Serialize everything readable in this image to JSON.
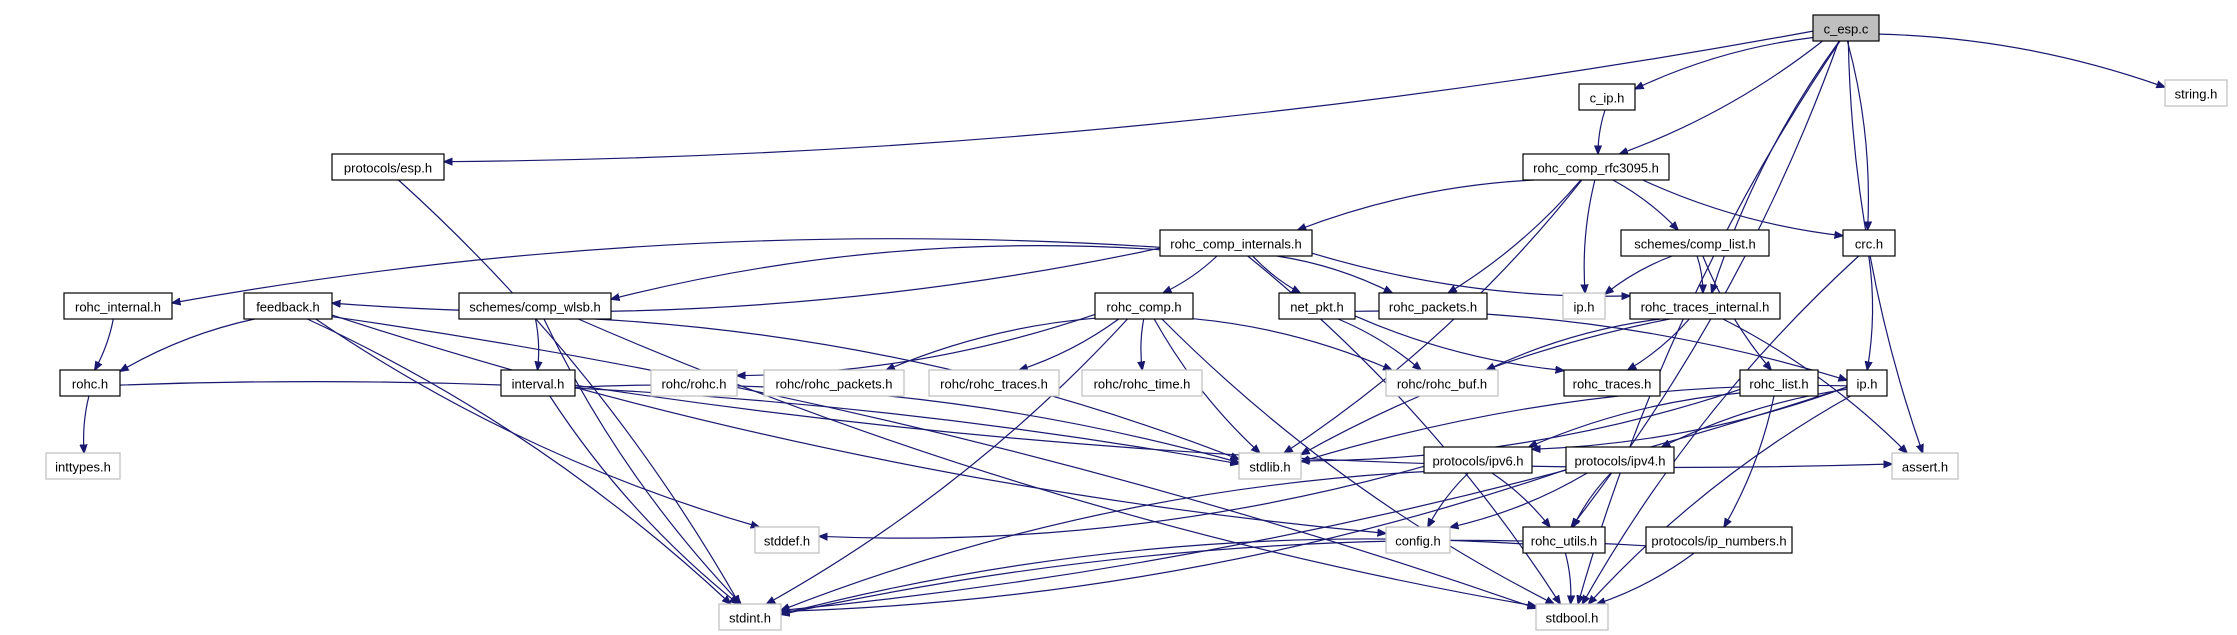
{
  "diagram": {
    "title": "c_esp.c include dependency graph",
    "colors": {
      "edge": "#191970",
      "root_fill": "#bfbfbf",
      "node_border": "#000000",
      "external_border": "#bfbfbf"
    },
    "nodes": [
      {
        "id": "c_esp_c",
        "label": "c_esp.c",
        "kind": "root"
      },
      {
        "id": "c_ip_h",
        "label": "c_ip.h",
        "kind": "documented"
      },
      {
        "id": "string_h",
        "label": "string.h",
        "kind": "external"
      },
      {
        "id": "protocols_esp_h",
        "label": "protocols/esp.h",
        "kind": "documented"
      },
      {
        "id": "rohc_comp_rfc3095_h",
        "label": "rohc_comp_rfc3095.h",
        "kind": "documented"
      },
      {
        "id": "rohc_comp_internals_h",
        "label": "rohc_comp_internals.h",
        "kind": "documented"
      },
      {
        "id": "schemes_comp_list_h",
        "label": "schemes/comp_list.h",
        "kind": "documented"
      },
      {
        "id": "crc_h",
        "label": "crc.h",
        "kind": "documented"
      },
      {
        "id": "rohc_internal_h",
        "label": "rohc_internal.h",
        "kind": "documented"
      },
      {
        "id": "feedback_h",
        "label": "feedback.h",
        "kind": "documented"
      },
      {
        "id": "schemes_comp_wlsb_h",
        "label": "schemes/comp_wlsb.h",
        "kind": "documented"
      },
      {
        "id": "rohc_comp_h",
        "label": "rohc_comp.h",
        "kind": "documented"
      },
      {
        "id": "net_pkt_h",
        "label": "net_pkt.h",
        "kind": "documented"
      },
      {
        "id": "rohc_packets_h",
        "label": "rohc_packets.h",
        "kind": "documented"
      },
      {
        "id": "ip_h_ext",
        "label": "ip.h",
        "kind": "external"
      },
      {
        "id": "rohc_traces_internal_h",
        "label": "rohc_traces_internal.h",
        "kind": "documented"
      },
      {
        "id": "rohc_h",
        "label": "rohc.h",
        "kind": "documented"
      },
      {
        "id": "interval_h",
        "label": "interval.h",
        "kind": "documented"
      },
      {
        "id": "rohc_rohc_h",
        "label": "rohc/rohc.h",
        "kind": "external"
      },
      {
        "id": "rohc_rohc_packets_h",
        "label": "rohc/rohc_packets.h",
        "kind": "external"
      },
      {
        "id": "rohc_rohc_traces_h",
        "label": "rohc/rohc_traces.h",
        "kind": "external"
      },
      {
        "id": "rohc_rohc_time_h",
        "label": "rohc/rohc_time.h",
        "kind": "external"
      },
      {
        "id": "rohc_rohc_buf_h",
        "label": "rohc/rohc_buf.h",
        "kind": "external"
      },
      {
        "id": "rohc_traces_h",
        "label": "rohc_traces.h",
        "kind": "documented"
      },
      {
        "id": "rohc_list_h",
        "label": "rohc_list.h",
        "kind": "documented"
      },
      {
        "id": "ip_h",
        "label": "ip.h",
        "kind": "documented"
      },
      {
        "id": "inttypes_h",
        "label": "inttypes.h",
        "kind": "external"
      },
      {
        "id": "stdlib_h",
        "label": "stdlib.h",
        "kind": "external"
      },
      {
        "id": "protocols_ipv6_h",
        "label": "protocols/ipv6.h",
        "kind": "documented"
      },
      {
        "id": "protocols_ipv4_h",
        "label": "protocols/ipv4.h",
        "kind": "documented"
      },
      {
        "id": "assert_h",
        "label": "assert.h",
        "kind": "external"
      },
      {
        "id": "stddef_h",
        "label": "stddef.h",
        "kind": "external"
      },
      {
        "id": "config_h",
        "label": "config.h",
        "kind": "external"
      },
      {
        "id": "rohc_utils_h",
        "label": "rohc_utils.h",
        "kind": "documented"
      },
      {
        "id": "protocols_ip_numbers_h",
        "label": "protocols/ip_numbers.h",
        "kind": "documented"
      },
      {
        "id": "stdint_h",
        "label": "stdint.h",
        "kind": "external"
      },
      {
        "id": "stdbool_h",
        "label": "stdbool.h",
        "kind": "external"
      }
    ],
    "edges": [
      [
        "c_esp_c",
        "protocols_esp_h"
      ],
      [
        "c_esp_c",
        "c_ip_h"
      ],
      [
        "c_esp_c",
        "rohc_comp_rfc3095_h"
      ],
      [
        "c_esp_c",
        "rohc_traces_internal_h"
      ],
      [
        "c_esp_c",
        "crc_h"
      ],
      [
        "c_esp_c",
        "assert_h"
      ],
      [
        "c_esp_c",
        "rohc_utils_h"
      ],
      [
        "c_esp_c",
        "stdbool_h"
      ],
      [
        "c_esp_c",
        "string_h"
      ],
      [
        "c_ip_h",
        "rohc_comp_rfc3095_h"
      ],
      [
        "protocols_esp_h",
        "stdint_h"
      ],
      [
        "rohc_comp_rfc3095_h",
        "rohc_comp_internals_h"
      ],
      [
        "rohc_comp_rfc3095_h",
        "rohc_packets_h"
      ],
      [
        "rohc_comp_rfc3095_h",
        "ip_h_ext"
      ],
      [
        "rohc_comp_rfc3095_h",
        "schemes_comp_list_h"
      ],
      [
        "rohc_comp_rfc3095_h",
        "crc_h"
      ],
      [
        "rohc_comp_rfc3095_h",
        "stdlib_h"
      ],
      [
        "rohc_comp_internals_h",
        "rohc_internal_h"
      ],
      [
        "rohc_comp_internals_h",
        "feedback_h"
      ],
      [
        "rohc_comp_internals_h",
        "schemes_comp_wlsb_h"
      ],
      [
        "rohc_comp_internals_h",
        "rohc_comp_h"
      ],
      [
        "rohc_comp_internals_h",
        "net_pkt_h"
      ],
      [
        "rohc_comp_internals_h",
        "rohc_packets_h"
      ],
      [
        "rohc_comp_internals_h",
        "rohc_traces_internal_h"
      ],
      [
        "rohc_comp_internals_h",
        "stdbool_h"
      ],
      [
        "schemes_comp_list_h",
        "ip_h_ext"
      ],
      [
        "schemes_comp_list_h",
        "rohc_traces_internal_h"
      ],
      [
        "schemes_comp_list_h",
        "rohc_list_h"
      ],
      [
        "crc_h",
        "ip_h"
      ],
      [
        "crc_h",
        "stdbool_h"
      ],
      [
        "rohc_internal_h",
        "rohc_h"
      ],
      [
        "feedback_h",
        "rohc_h"
      ],
      [
        "feedback_h",
        "stdint_h"
      ],
      [
        "feedback_h",
        "stddef_h"
      ],
      [
        "feedback_h",
        "stdbool_h"
      ],
      [
        "feedback_h",
        "config_h"
      ],
      [
        "schemes_comp_wlsb_h",
        "interval_h"
      ],
      [
        "schemes_comp_wlsb_h",
        "stdint_h"
      ],
      [
        "schemes_comp_wlsb_h",
        "stdlib_h"
      ],
      [
        "schemes_comp_wlsb_h",
        "stdbool_h"
      ],
      [
        "rohc_comp_h",
        "rohc_rohc_h"
      ],
      [
        "rohc_comp_h",
        "rohc_rohc_packets_h"
      ],
      [
        "rohc_comp_h",
        "rohc_rohc_traces_h"
      ],
      [
        "rohc_comp_h",
        "rohc_rohc_time_h"
      ],
      [
        "rohc_comp_h",
        "rohc_rohc_buf_h"
      ],
      [
        "rohc_comp_h",
        "stdlib_h"
      ],
      [
        "rohc_comp_h",
        "stdint_h"
      ],
      [
        "rohc_comp_h",
        "stdbool_h"
      ],
      [
        "net_pkt_h",
        "rohc_rohc_buf_h"
      ],
      [
        "net_pkt_h",
        "rohc_traces_h"
      ],
      [
        "net_pkt_h",
        "ip_h"
      ],
      [
        "rohc_traces_internal_h",
        "rohc_rohc_buf_h"
      ],
      [
        "rohc_traces_internal_h",
        "rohc_traces_h"
      ],
      [
        "rohc_traces_internal_h",
        "stdlib_h"
      ],
      [
        "rohc_traces_internal_h",
        "assert_h"
      ],
      [
        "rohc_h",
        "inttypes_h"
      ],
      [
        "rohc_h",
        "stdlib_h"
      ],
      [
        "interval_h",
        "stdint_h"
      ],
      [
        "interval_h",
        "stdlib_h"
      ],
      [
        "interval_h",
        "assert_h"
      ],
      [
        "rohc_list_h",
        "stdlib_h"
      ],
      [
        "rohc_list_h",
        "protocols_ipv6_h"
      ],
      [
        "rohc_list_h",
        "protocols_ip_numbers_h"
      ],
      [
        "ip_h",
        "stdlib_h"
      ],
      [
        "ip_h",
        "protocols_ipv6_h"
      ],
      [
        "ip_h",
        "protocols_ipv4_h"
      ],
      [
        "ip_h",
        "stdint_h"
      ],
      [
        "ip_h",
        "stdbool_h"
      ],
      [
        "protocols_ipv6_h",
        "stddef_h"
      ],
      [
        "protocols_ipv6_h",
        "config_h"
      ],
      [
        "protocols_ipv6_h",
        "rohc_utils_h"
      ],
      [
        "protocols_ipv6_h",
        "stdint_h"
      ],
      [
        "protocols_ipv4_h",
        "config_h"
      ],
      [
        "protocols_ipv4_h",
        "rohc_utils_h"
      ],
      [
        "protocols_ipv4_h",
        "stdint_h"
      ],
      [
        "rohc_utils_h",
        "stdint_h"
      ],
      [
        "rohc_utils_h",
        "stdbool_h"
      ],
      [
        "protocols_ip_numbers_h",
        "stdint_h"
      ],
      [
        "protocols_ip_numbers_h",
        "stdbool_h"
      ]
    ]
  }
}
